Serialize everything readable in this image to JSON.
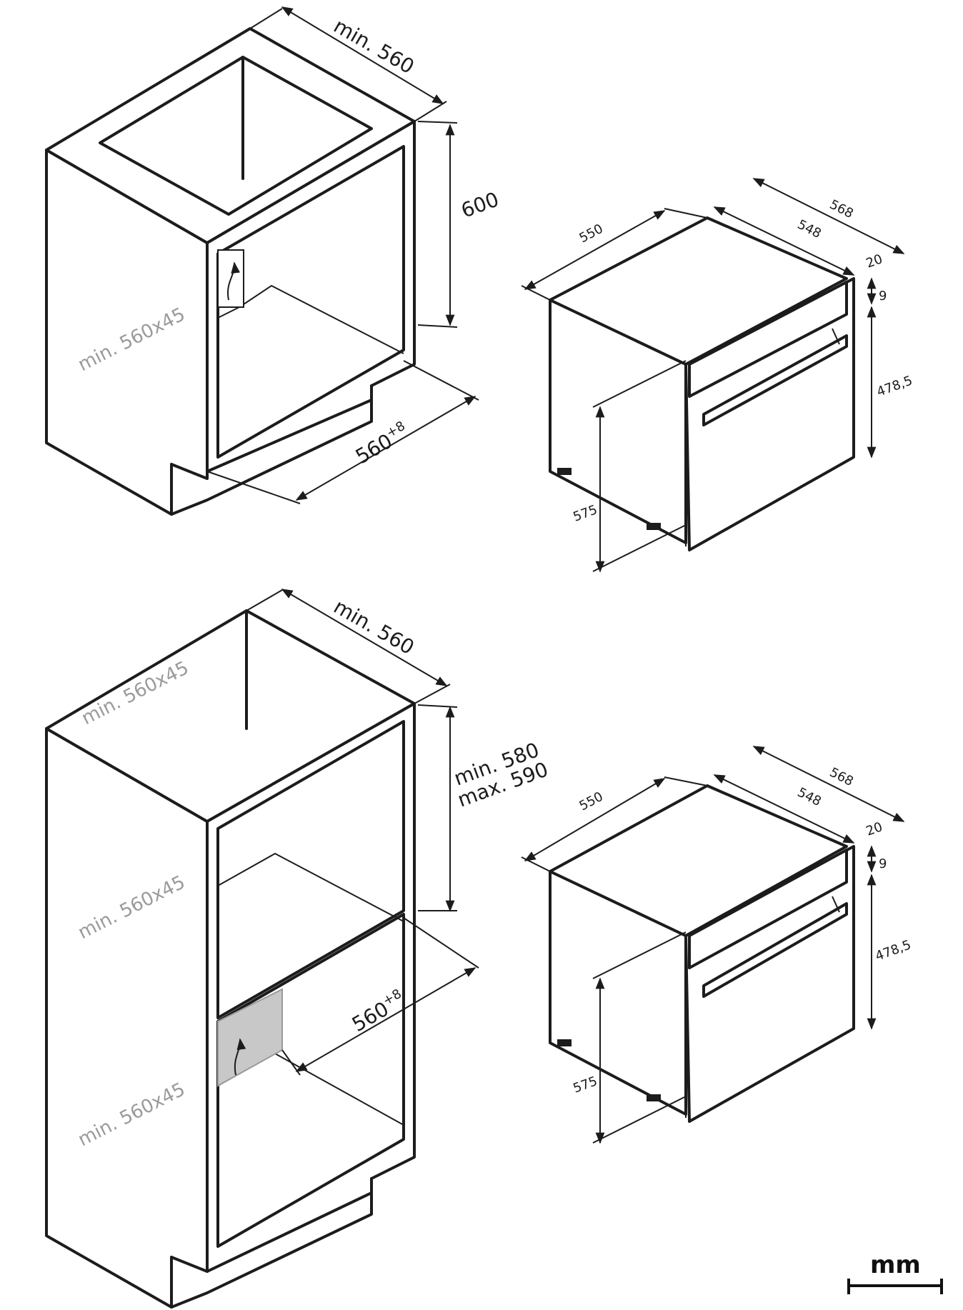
{
  "top_cabinet": {
    "width_label": "min. 560",
    "height_label": "600",
    "depth_label": "560",
    "depth_tolerance": "+8",
    "vent_label": "min. 560x45"
  },
  "top_oven": {
    "depth_label": "550",
    "width_outer_label": "568",
    "width_inner_label": "548",
    "door_thickness_label": "20",
    "top_gap_label": "9",
    "front_height_label": "478,5",
    "body_height_label": "575"
  },
  "bottom_cabinet": {
    "width_label": "min. 560",
    "height_min_label": "min. 580",
    "height_max_label": "max. 590",
    "depth_label": "560",
    "depth_tolerance": "+8",
    "vent_top_label": "min. 560x45",
    "vent_mid_label": "min. 560x45",
    "vent_bottom_label": "min. 560x45"
  },
  "bottom_oven": {
    "depth_label": "550",
    "width_outer_label": "568",
    "width_inner_label": "548",
    "door_thickness_label": "20",
    "top_gap_label": "9",
    "front_height_label": "478,5",
    "body_height_label": "575"
  },
  "unit_label": "mm"
}
